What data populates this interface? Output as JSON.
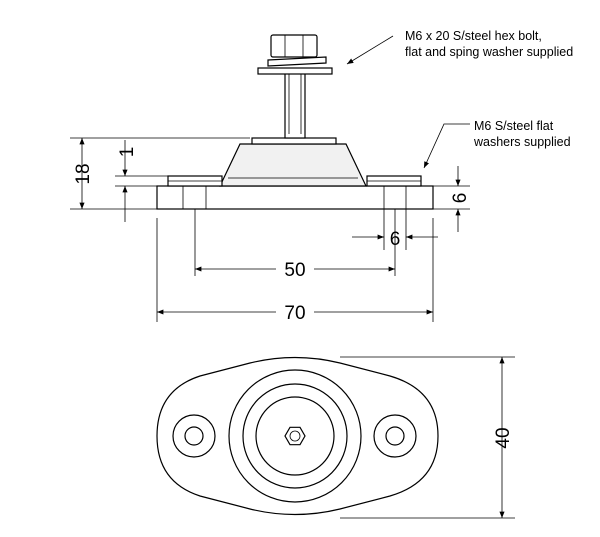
{
  "notes": {
    "bolt": [
      "M6 x 20 S/steel hex bolt,",
      "flat and sping washer supplied"
    ],
    "washers": [
      "M6 S/steel flat",
      "washers supplied"
    ]
  },
  "dimensions": {
    "d18": "18",
    "d1": "1",
    "d6_height": "6",
    "d6_width": "6",
    "d50": "50",
    "d70": "70",
    "d40": "40"
  }
}
